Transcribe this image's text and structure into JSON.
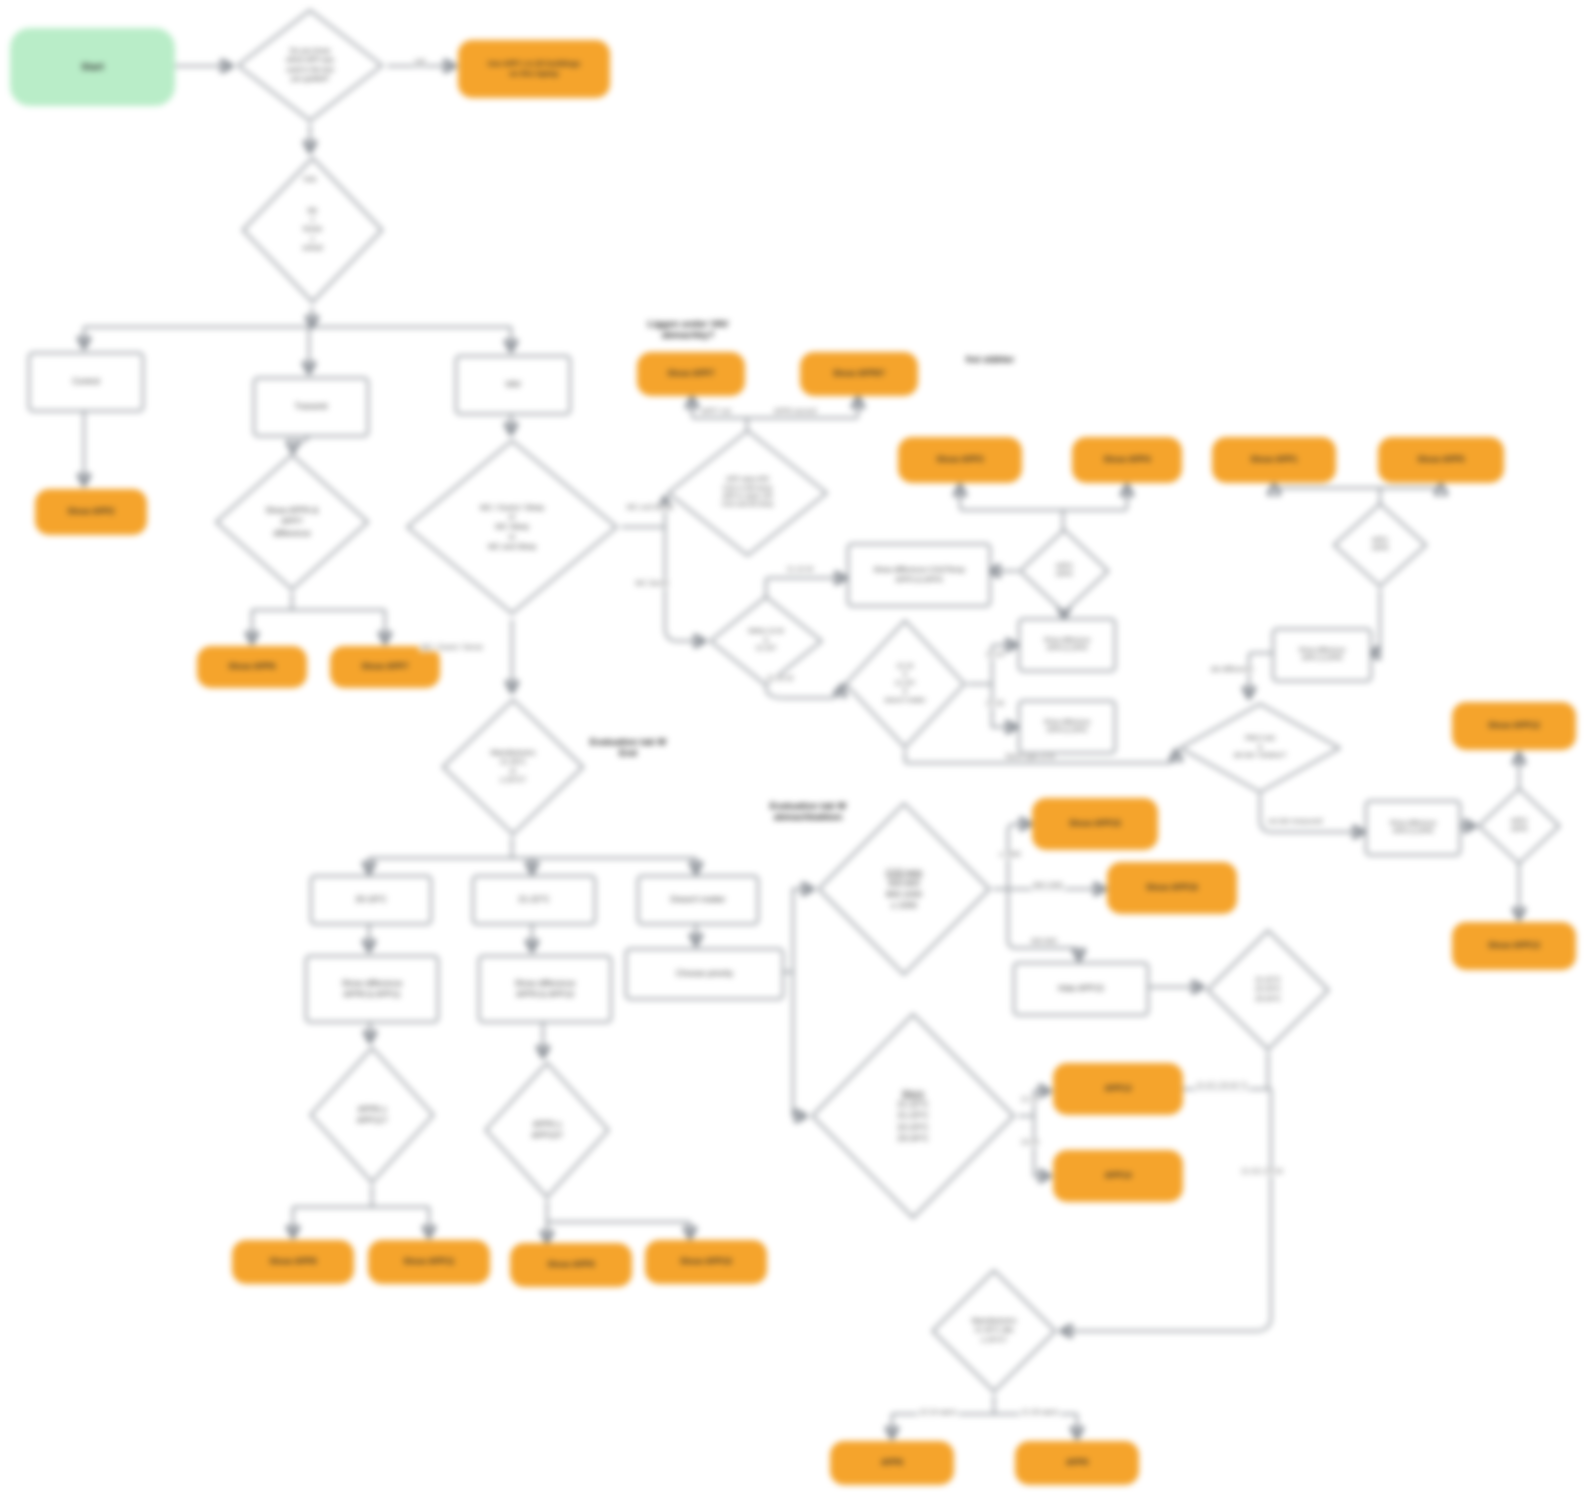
{
  "colors": {
    "accent_orange": "#f5a42c",
    "start_green": "#b9edc8",
    "line_gray": "#8b9097"
  },
  "nodes": {
    "start": {
      "label": "Start"
    },
    "d1": {
      "label": "Do you know\nwhich APP was\nused in the test\nyou guided?"
    },
    "o1": {
      "label": "Use APP 1 & 2/3 buildings\non this laptop"
    },
    "d2": {
      "label": "NK\nv\nhouse\nv\nschool"
    },
    "control": {
      "label": "Control"
    },
    "transmit": {
      "label": "Transmit"
    },
    "vav": {
      "label": "VAV"
    },
    "o2": {
      "label": "Show APP2"
    },
    "d3": {
      "label": "Show APP6 &\nAPP7\ndifference"
    },
    "o3": {
      "label": "Show APP6"
    },
    "o4": {
      "label": "Show APP7"
    },
    "d4": {
      "label": "WC / Guest / Sleep\nor\nWC Sleep\nor\nWC and Sleep"
    },
    "d5": {
      "label": "Manufacturers\n21-26°C\nor\n≥ 24°C?"
    },
    "t1": {
      "label": "20-19°C"
    },
    "t2": {
      "label": "21-22°C"
    },
    "t3": {
      "label": "Doesn't matter"
    },
    "sd1": {
      "label": "Show difference\nAPP8 & APP11"
    },
    "sd2": {
      "label": "Show difference\nAPP9 & APP10"
    },
    "cp": {
      "label": "Choose priority"
    },
    "d7": {
      "label": "APP8 ≥\nAPP11?"
    },
    "d8": {
      "label": "APP9 ≥\nAPP10?"
    },
    "o5": {
      "label": "Show APP8"
    },
    "o6": {
      "label": "Show APP11"
    },
    "o7": {
      "label": "Show APP9"
    },
    "o8": {
      "label": "Show APP10"
    },
    "d9": {
      "title": "CO2 ppm",
      "label": "600-800\n800-1000\n≥ 1000"
    },
    "o9": {
      "label": "Show APP15"
    },
    "o10": {
      "label": "Show APP16"
    },
    "hide15": {
      "label": "Hide APP15"
    },
    "d10": {
      "label": "21-22°C\n22-23°C\n23-24°C"
    },
    "d11": {
      "title": "Warm",
      "label": "21-22°C\n21-23°C\n22-23°C\n23-24°C"
    },
    "o11": {
      "label": "APP13"
    },
    "o12": {
      "label": "APP14"
    },
    "d12": {
      "label": "Manufacturers\n21-26°C abs\n≥ 24°C?"
    },
    "o13": {
      "label": "APP6"
    },
    "o14": {
      "label": "APP9"
    },
    "o15": {
      "label": "Show APP7"
    },
    "o16": {
      "label": "Show APP8?"
    },
    "d13": {
      "label": "APP value 600\nCO2 in 600 temp\nAPP to value 100\nCO2 and 65 temp"
    },
    "d14": {
      "label": "Within 22-W\n&\n21-24?"
    },
    "cd": {
      "label": "Show difference CO2/Temp\nAPP3 & APP4"
    },
    "d15": {
      "label": "APP3\nAPP4"
    },
    "o17": {
      "label": "Show APP3"
    },
    "o18": {
      "label": "Show APP4"
    },
    "sd3": {
      "label": "Show difference\nAPP3 & APP4"
    },
    "sd4": {
      "label": "Show difference\nAPP4 & APP2"
    },
    "d16": {
      "label": "22-23\n&\n21-24?\n&\ndoesn't matter"
    },
    "o19": {
      "label": "Show APP1"
    },
    "o20": {
      "label": "Show APP5"
    },
    "d17": {
      "label": "APP1\nAPP5"
    },
    "sd5": {
      "label": "Show difference\nAPP1 & APP5"
    },
    "d18": {
      "label": "PM2.5 det\n&\ndet det / Outdoor?"
    },
    "sd6": {
      "label": "Show difference\nAPP2 & APP5"
    },
    "d19": {
      "label": "APP2\nAPP5"
    },
    "o21": {
      "label": "Show APP12"
    },
    "o22": {
      "label": "Show APP13"
    }
  },
  "edge_labels": {
    "hide": "hide",
    "use": "use",
    "wc_und": "WC und Sense",
    "wc_sense": "WC Sense",
    "wc_guest": "WC / Guest / Sense",
    "app7_not": "APP7 not",
    "app8_second": "APP8 second",
    "w2124": "21-24 W",
    "w2224": "22-24 W",
    "l2124": "21-24",
    "l2126": "21-26",
    "same_type": "Same type of W",
    "det_diff": "det difference",
    "not_det": "not det measured",
    "ge1000": "≥ 1000",
    "b8001000": "800-1000",
    "b600800": "600-800",
    "t2122": "21-22",
    "t2324": "23-24",
    "right_lbl": "21-22 | 23-24 °C",
    "vert_lbl": "21-23 | 23-24",
    "warm2224": "22-24 warm",
    "warm2126": "21-26 warm"
  },
  "annotations": {
    "vav_note": "Liggen under VAV\nabmachby?",
    "frei": "frei stähler",
    "eval_end": "Evaluation tab W\nEnd",
    "eval_ab": "Evaluation tab W\nabmachbakken"
  }
}
